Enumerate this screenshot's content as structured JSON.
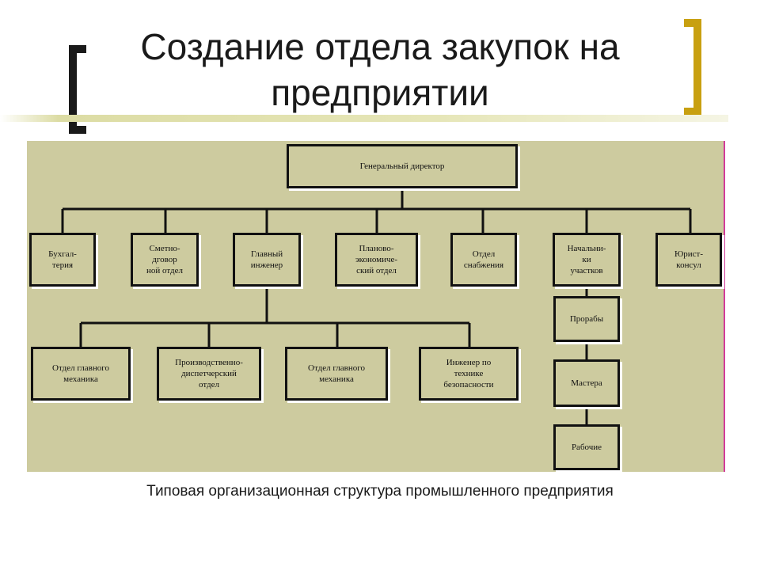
{
  "slide": {
    "title_line1": "Создание отдела закупок на",
    "title_line2": "предприятии",
    "caption": "Типовая организационная структура промышленного предприятия"
  },
  "colors": {
    "panel_bg": "#cdcb9f",
    "accent_bracket": "#c8a010",
    "edge_line": "#d23c9a"
  },
  "org_chart": {
    "root": "Генеральный директор",
    "level1": [
      "Бухгал-\nтерия",
      "Сметно-\nдговор\nной отдел",
      "Главный\nинженер",
      "Планово-\nэкономиче-\nский отдел",
      "Отдел\nснабжения",
      "Начальни-\nки\nучастков",
      "Юрист-\nконсул"
    ],
    "chief_engineer_subordinates": [
      "Отдел главного\nмеханика",
      "Производственно-\nдиспетчерский\nотдел",
      "Отдел главного\nмеханика",
      "Инженер по\nтехнике\nбезопасности"
    ],
    "site_chain": [
      "Прорабы",
      "Мастера",
      "Рабочие"
    ]
  }
}
